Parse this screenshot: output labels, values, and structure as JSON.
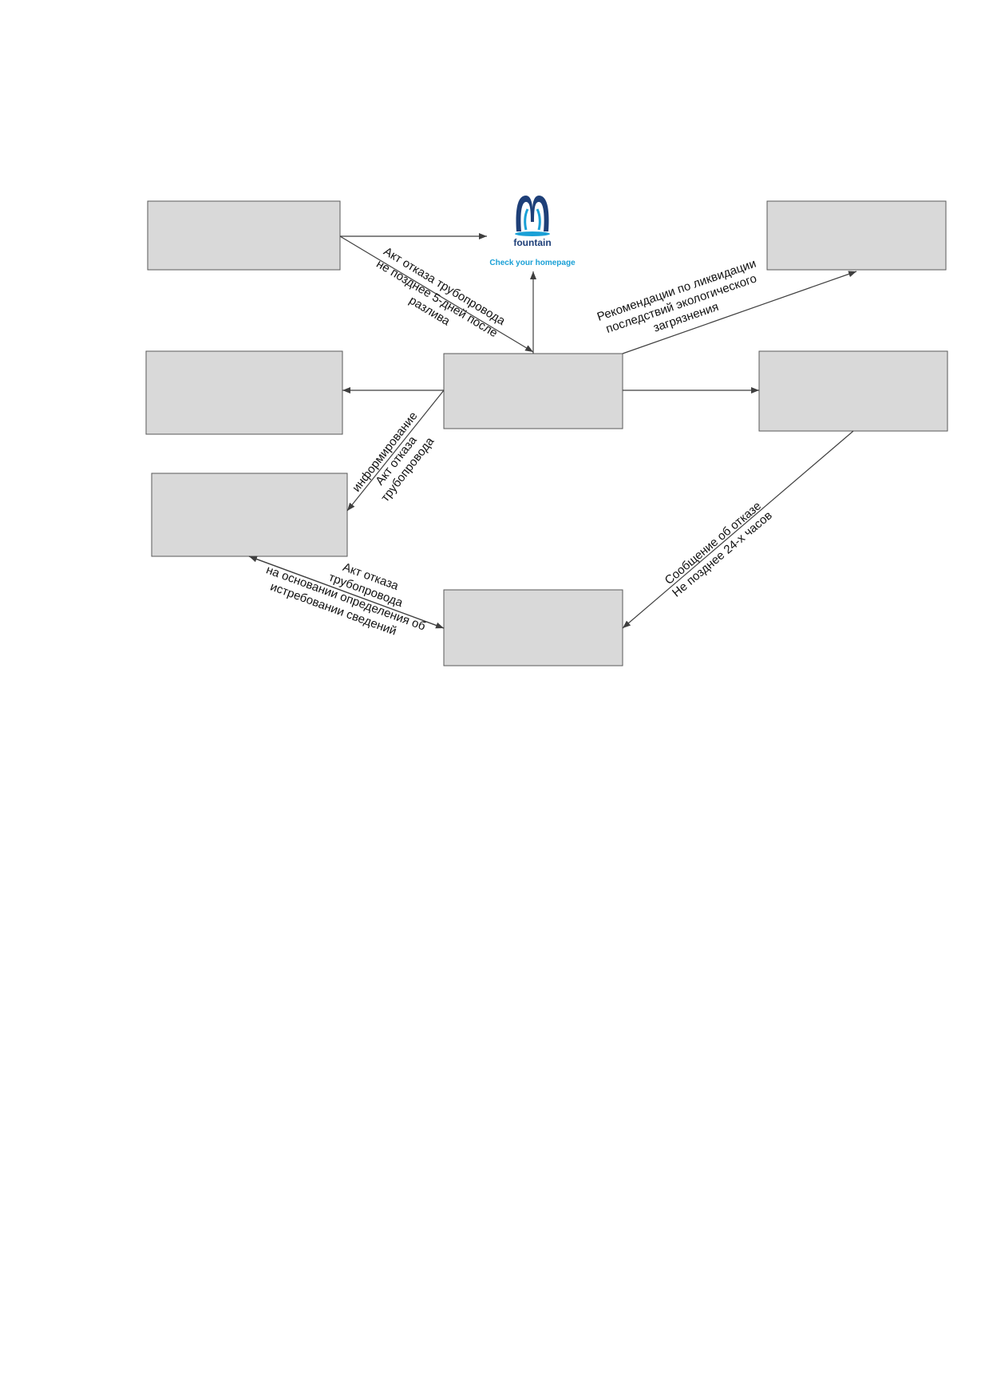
{
  "colors": {
    "box_fill": "#d9d9d9",
    "box_stroke": "#595959",
    "arrow": "#3f3f3f",
    "logo_blue": "#1e3f78",
    "logo_cyan": "#1aa0d6"
  },
  "logo": {
    "icon": "fountain-icon",
    "name": "fountain",
    "tagline": "Check your homepage"
  },
  "edges": {
    "center_to_top_left": {
      "line1": "Акт отказа трубопровода",
      "line2": "не позднее 5-дней после",
      "line3": "разлива"
    },
    "center_to_top_right": {
      "line1": "Рекомендации по ликвидации",
      "line2": "последствий экологического",
      "line3": "загрязнения"
    },
    "center_to_lower_left": {
      "line1": "информирование",
      "line2": "Акт отказа",
      "line3": "трубопровода"
    },
    "right_to_bottom": {
      "line1": "Сообщение об отказе",
      "line2": "Не позднее 24-х часов"
    },
    "bottom_to_lower_left": {
      "line1": "Акт отказа",
      "line2": "трубопровода",
      "line3": "на основании определения об",
      "line4": "истребовании сведений"
    }
  }
}
